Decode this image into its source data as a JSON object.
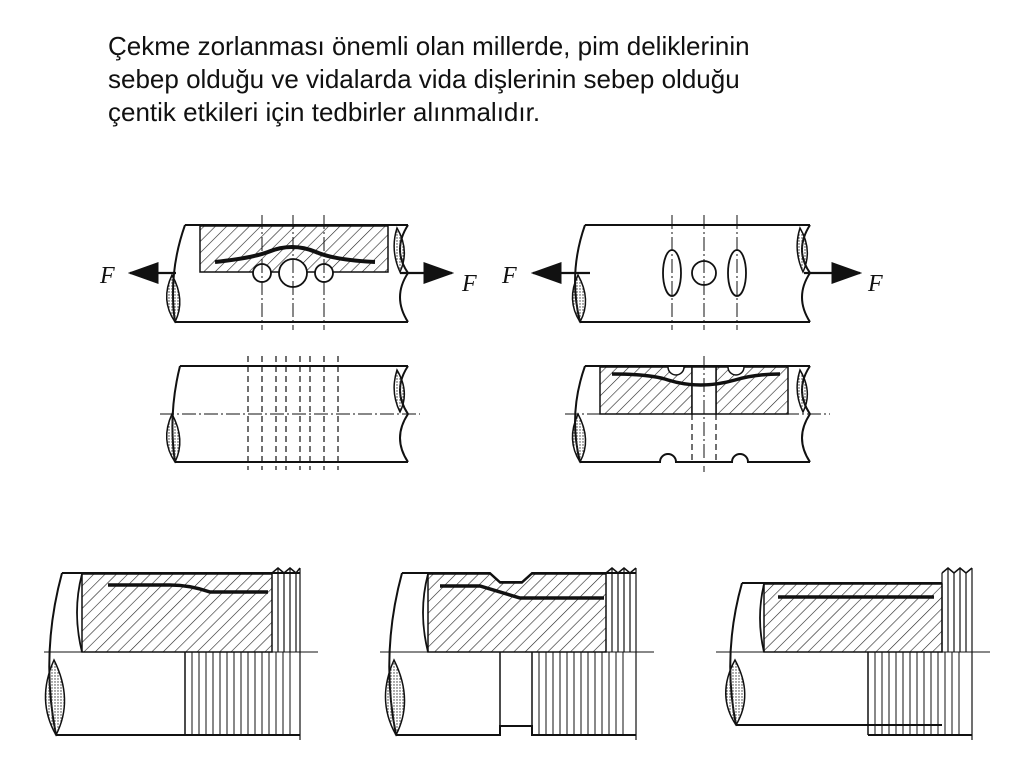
{
  "title_lines": [
    "Çekme zorlanması önemli olan millerde, pim deliklerinin",
    "sebep olduğu ve vidalarda vida dişlerinin sebep olduğu",
    "çentik etkileri için tedbirler alınmalıdır."
  ],
  "force_label": "F"
}
